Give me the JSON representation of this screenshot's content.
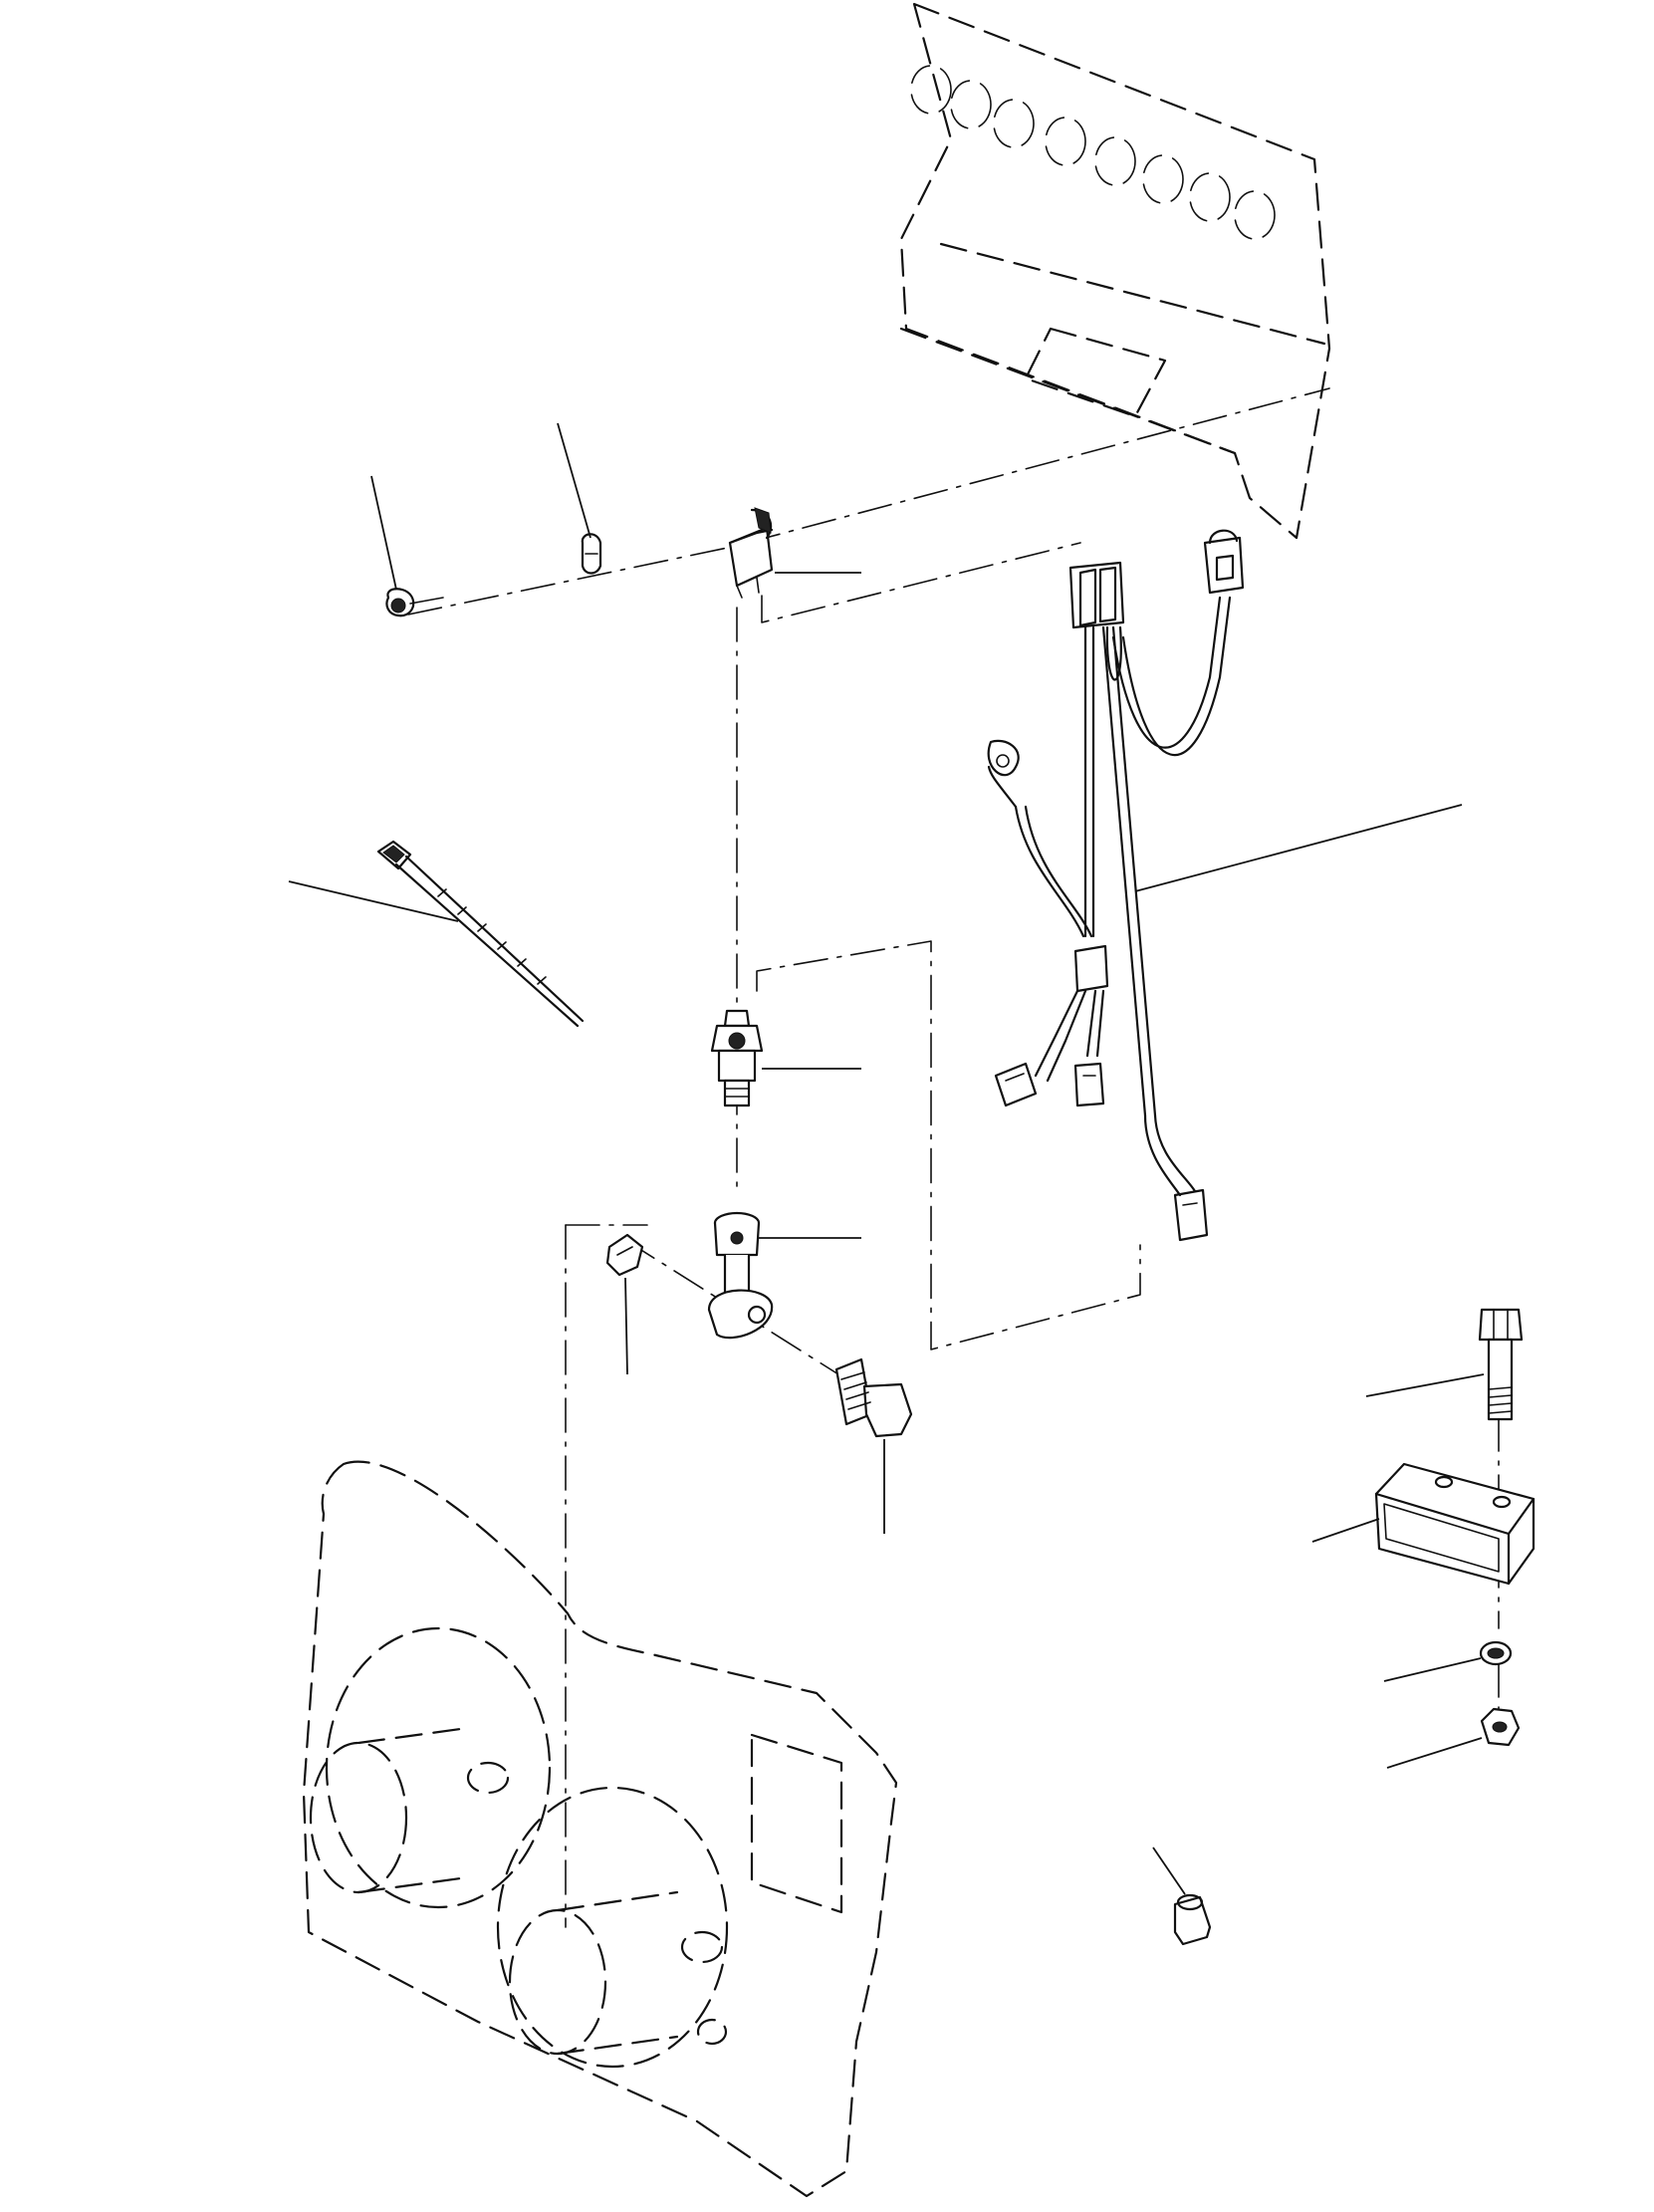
{
  "diagram": {
    "style": "exploded-parts-view",
    "ink_color": "#111111",
    "background_color": "#ffffff",
    "parts": [
      {
        "name": "instrument-panel",
        "visible": "phantom"
      },
      {
        "name": "indicator-relay"
      },
      {
        "name": "ring-terminal"
      },
      {
        "name": "plastic-clip"
      },
      {
        "name": "wiring-harness"
      },
      {
        "name": "cable-tie"
      },
      {
        "name": "pressure-switch"
      },
      {
        "name": "elbow-adapter"
      },
      {
        "name": "plug"
      },
      {
        "name": "banjo-bolt"
      },
      {
        "name": "hex-bolt"
      },
      {
        "name": "mounting-block"
      },
      {
        "name": "lock-washer"
      },
      {
        "name": "hex-nut"
      },
      {
        "name": "spacer-bushing"
      },
      {
        "name": "transmission-housing",
        "visible": "phantom"
      }
    ],
    "callout_labels": []
  }
}
